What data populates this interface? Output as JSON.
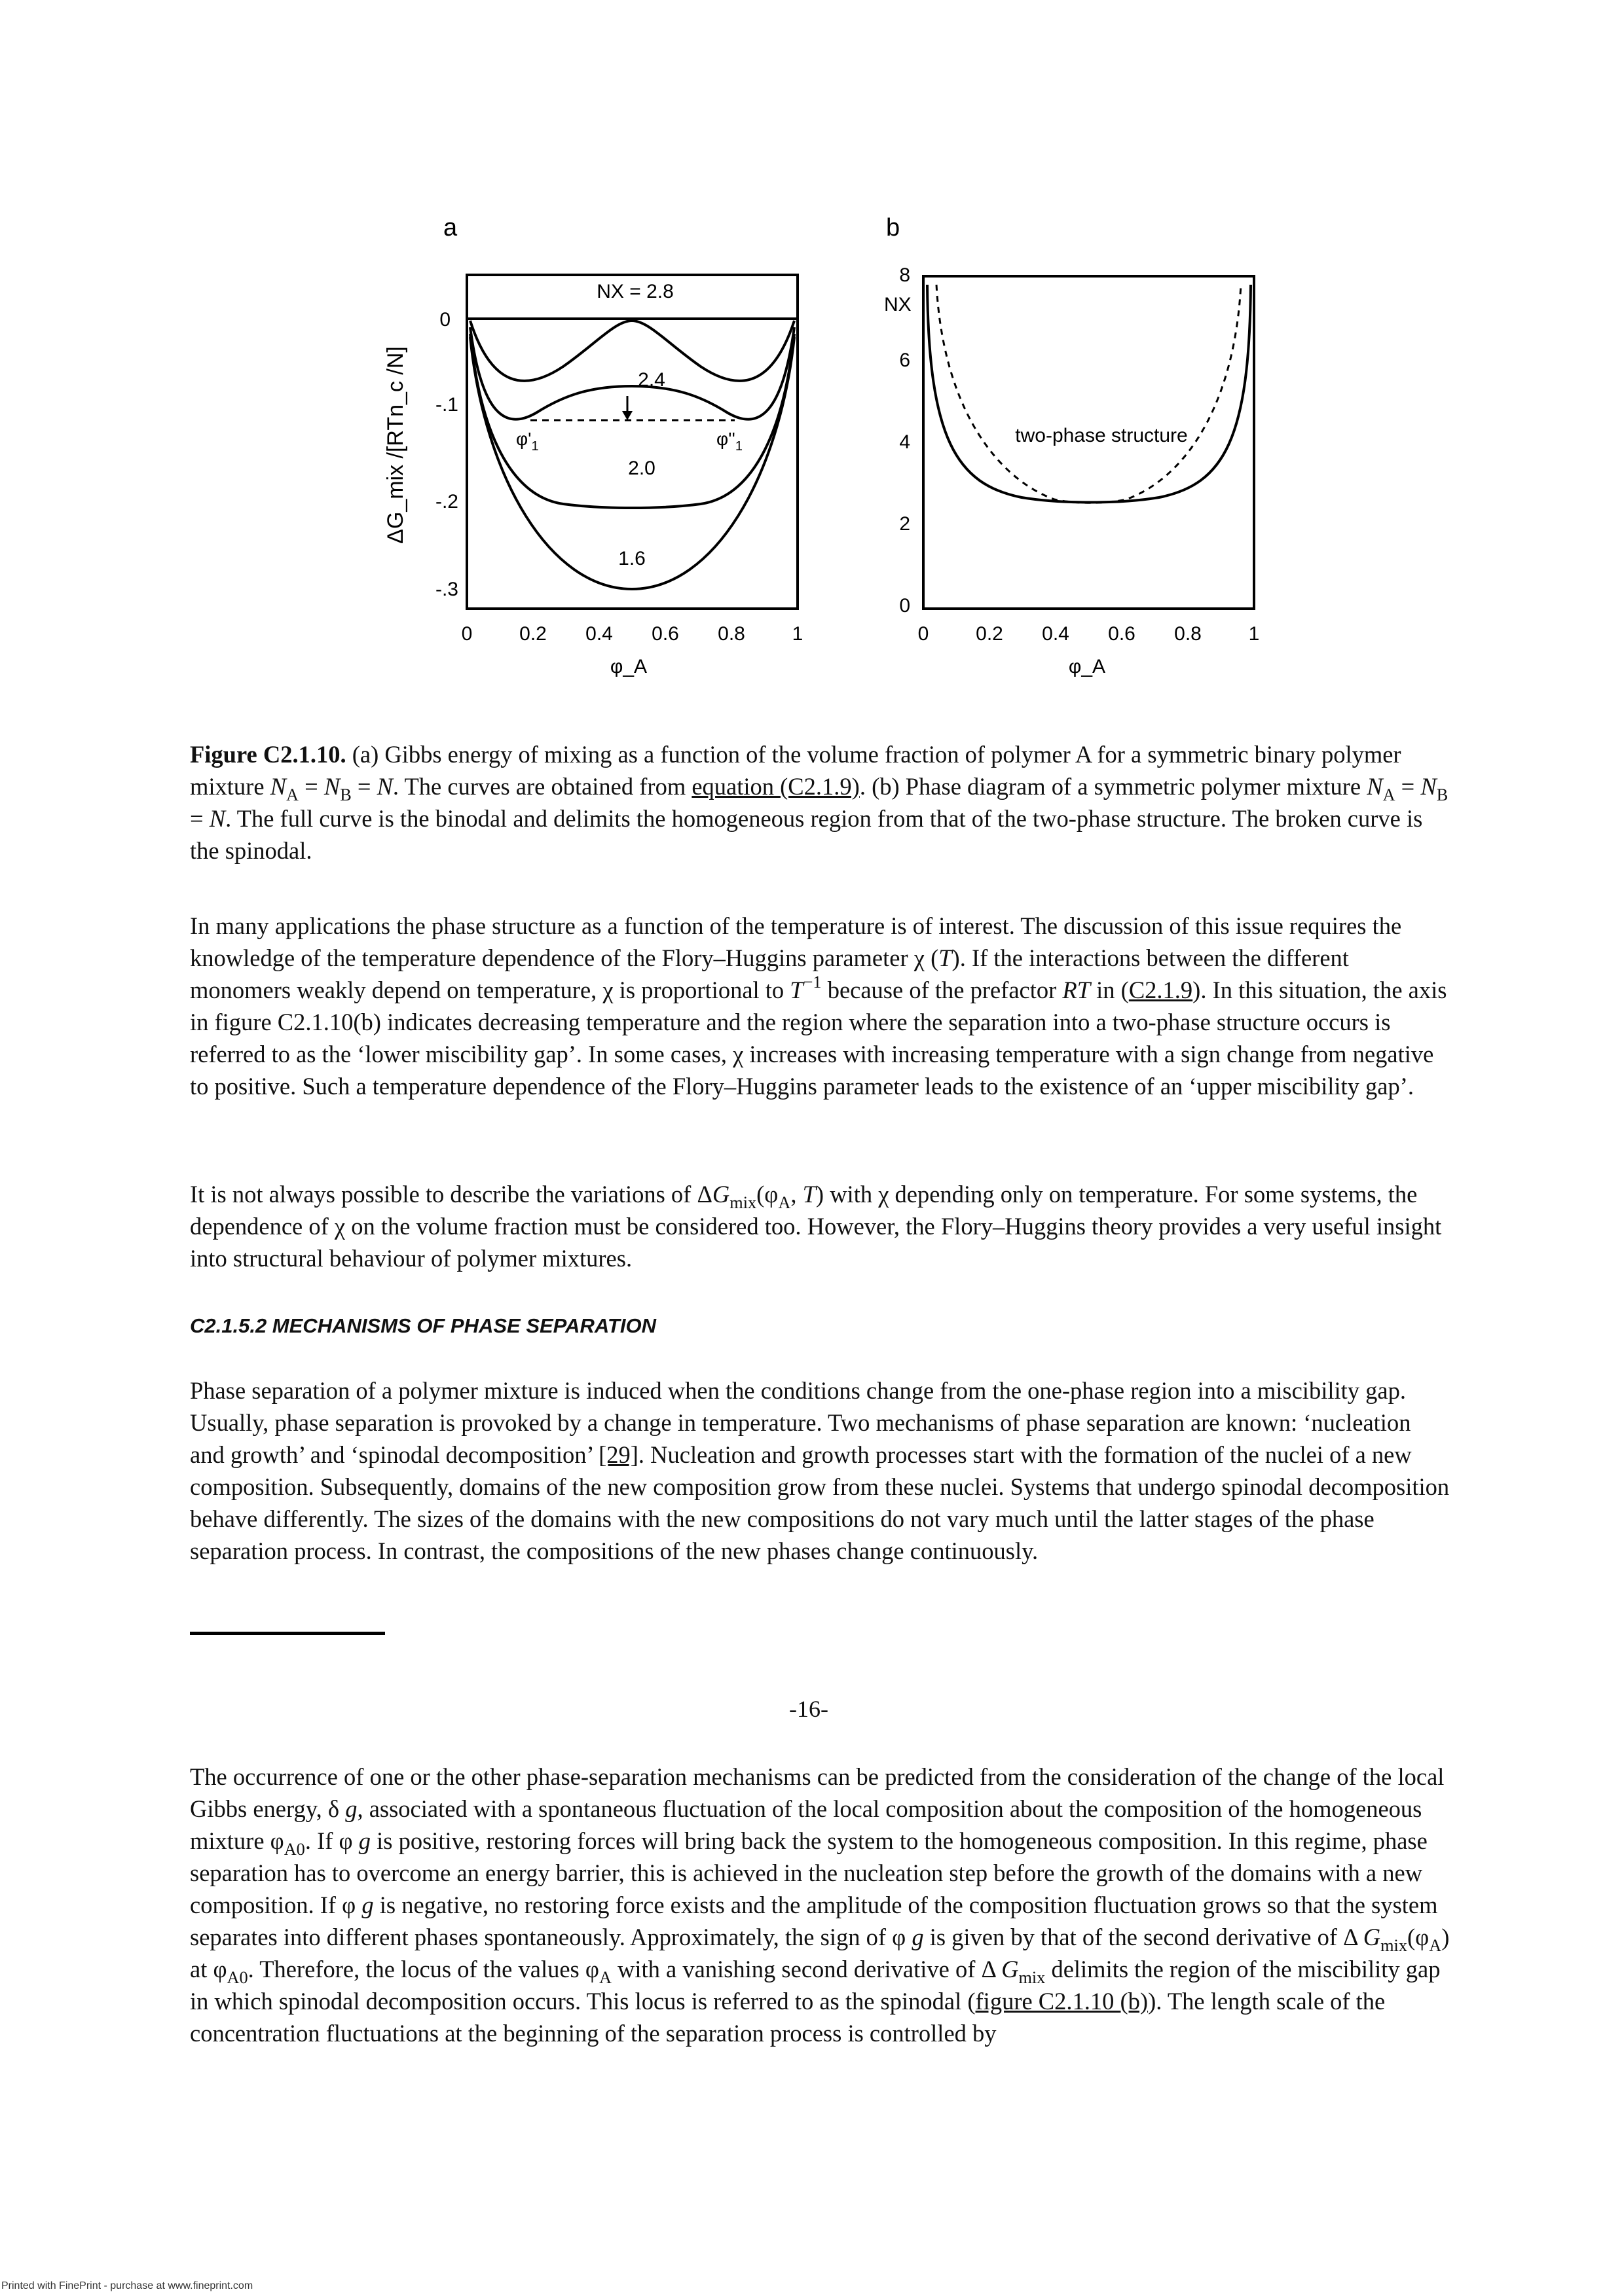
{
  "figure": {
    "panel_a": {
      "letter": "a",
      "y_label": "ΔG_mix /[RTn_c /N]",
      "y_ticks": [
        "0",
        "-.1",
        "-.2",
        "-.3"
      ],
      "x_ticks": [
        "0",
        "0.2",
        "0.4",
        "0.6",
        "0.8",
        "1"
      ],
      "x_label": "φ_A",
      "curve_labels": [
        "NX = 2.8",
        "2.4",
        "2.0",
        "1.6"
      ],
      "phi_prime_left": "φ'",
      "phi_prime_left_sub": "1",
      "phi_prime_right": "φ''",
      "phi_prime_right_sub": "1"
    },
    "panel_b": {
      "letter": "b",
      "y_label": "NX",
      "y_ticks": [
        "0",
        "2",
        "4",
        "6",
        "8"
      ],
      "x_ticks": [
        "0",
        "0.2",
        "0.4",
        "0.6",
        "0.8",
        "1"
      ],
      "x_label": "φ_A",
      "region_label": "two-phase structure"
    }
  },
  "caption": {
    "label": "Figure C2.1.10.",
    "t1": " (a) Gibbs energy of mixing as a function of the volume fraction of polymer A for a symmetric binary polymer mixture ",
    "t2": ". The curves are obtained from ",
    "link": "equation (C2.1.9)",
    "t3": ". (b) Phase diagram of a symmetric polymer mixture ",
    "t4": ". The full curve is the binodal and delimits the homogeneous region from that of the two-phase structure. The broken curve is the spinodal.",
    "eq_N": "N",
    "eq_A": "A",
    "eq_B": "B",
    "eq_eq": " = "
  },
  "para1": {
    "a": "In many applications the phase structure as a function of the temperature is of interest. The discussion of this issue requires the knowledge of the temperature dependence of the Flory–Huggins parameter χ (",
    "T": "T",
    "b": "). If the interactions between the different monomers weakly depend on temperature, χ is proportional to ",
    "exp": "−1",
    "c": " because of the prefactor ",
    "RT": "RT",
    "d": " in (",
    "link": "C2.1.9",
    "e": "). In this situation, the axis in figure C2.1.10(b) indicates decreasing temperature and the region where the separation into a two-phase structure occurs is referred to as the ‘lower miscibility gap’. In some cases, χ increases with increasing temperature with a sign change from negative to positive. Such a temperature dependence of the Flory–Huggins parameter leads to the existence of an ‘upper miscibility gap’."
  },
  "para2": {
    "a": "It is not always possible to describe the variations of Δ",
    "G": "G",
    "mix": "mix",
    "b": "(φ",
    "A": "A",
    "c": ", ",
    "T": "T",
    "d": ") with χ depending only on temperature. For some systems, the dependence of χ on the volume fraction must be considered too. However, the Flory–Huggins theory provides a very useful insight into structural behaviour of polymer mixtures."
  },
  "heading": "C2.1.5.2 MECHANISMS OF PHASE SEPARATION",
  "para3": {
    "a": "Phase separation of a polymer mixture is induced when the conditions change from the one-phase region into a miscibility gap. Usually, phase separation is provoked by a change in temperature. Two mechanisms of phase separation are known: ‘nucleation and growth’ and ‘spinodal decomposition’ ",
    "link": "[29]",
    "b": ". Nucleation and growth processes start with the formation of the nuclei of a new composition. Subsequently, domains of the new composition grow from these nuclei. Systems that undergo spinodal decomposition behave differently. The sizes of the domains with the new compositions do not vary much until the latter stages of the phase separation process. In contrast, the compositions of the new phases change continuously."
  },
  "page_number": "-16-",
  "para4": {
    "a": "The occurrence of one or the other phase-separation mechanisms can be predicted from the consideration of the change of the local Gibbs energy, δ ",
    "g1": "g",
    "b": ", associated with a spontaneous fluctuation of the local composition about the composition of the homogeneous mixture φ",
    "A0": "A0",
    "c": ". If φ ",
    "g2": "g",
    "d": " is positive, restoring forces will bring back the system to the homogeneous composition. In this regime, phase separation has to overcome an energy barrier, this is achieved in the nucleation step before the growth of the domains with a new composition. If φ ",
    "g3": "g",
    "e": " is negative, no restoring force exists and the amplitude of the composition fluctuation grows so that the system separates into different phases spontaneously. Approximately, the sign of φ ",
    "g4": "g",
    "f": " is given by that of the second derivative of Δ ",
    "G1": "G",
    "mix1": "mix",
    "g": "(φ",
    "A1": "A",
    "h": ") at φ",
    "A02": "A0",
    "i": ". Therefore, the locus of the values φ",
    "A2": "A",
    "j": " with a vanishing second derivative of Δ ",
    "G2": "G",
    "mix2": "mix",
    "k": " delimits the region of the miscibility gap in which spinodal decomposition occurs. This locus is referred to as the spinodal (",
    "link": "figure C2.1.10 (b)",
    "l": "). The length scale of the concentration fluctuations at the beginning of the separation process is controlled by"
  },
  "footer": "Printed with FinePrint - purchase at www.fineprint.com"
}
